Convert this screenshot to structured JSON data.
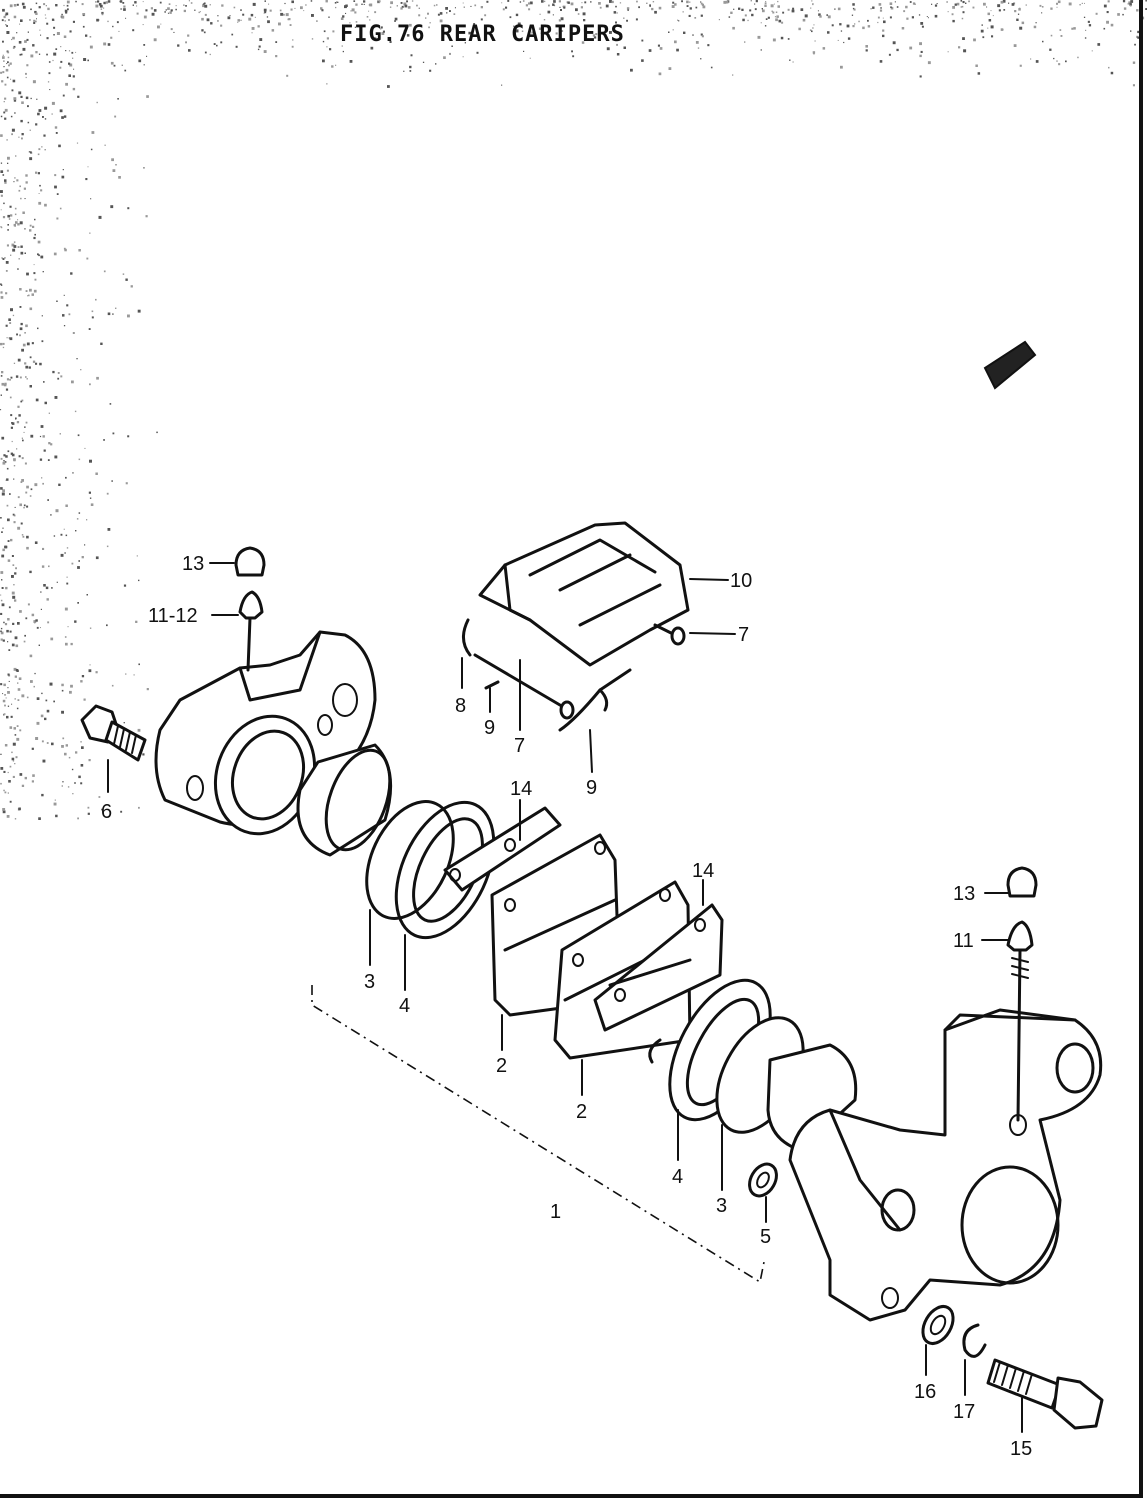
{
  "figure": {
    "title": "FIG.76  REAR CARIPERS"
  },
  "callouts": [
    {
      "id": "c13a",
      "text": "13"
    },
    {
      "id": "c1112",
      "text": "11-12"
    },
    {
      "id": "c6",
      "text": "6"
    },
    {
      "id": "c10",
      "text": "10"
    },
    {
      "id": "c7a",
      "text": "7"
    },
    {
      "id": "c8",
      "text": "8"
    },
    {
      "id": "c9a",
      "text": "9"
    },
    {
      "id": "c7b",
      "text": "7"
    },
    {
      "id": "c9b",
      "text": "9"
    },
    {
      "id": "c14a",
      "text": "14"
    },
    {
      "id": "c3a",
      "text": "3"
    },
    {
      "id": "c4a",
      "text": "4"
    },
    {
      "id": "c14b",
      "text": "14"
    },
    {
      "id": "c13b",
      "text": "13"
    },
    {
      "id": "c11",
      "text": "11"
    },
    {
      "id": "c2a",
      "text": "2"
    },
    {
      "id": "c2b",
      "text": "2"
    },
    {
      "id": "c4b",
      "text": "4"
    },
    {
      "id": "c3b",
      "text": "3"
    },
    {
      "id": "c5",
      "text": "5"
    },
    {
      "id": "c1",
      "text": "1"
    },
    {
      "id": "c16",
      "text": "16"
    },
    {
      "id": "c17",
      "text": "17"
    },
    {
      "id": "c15",
      "text": "15"
    }
  ]
}
